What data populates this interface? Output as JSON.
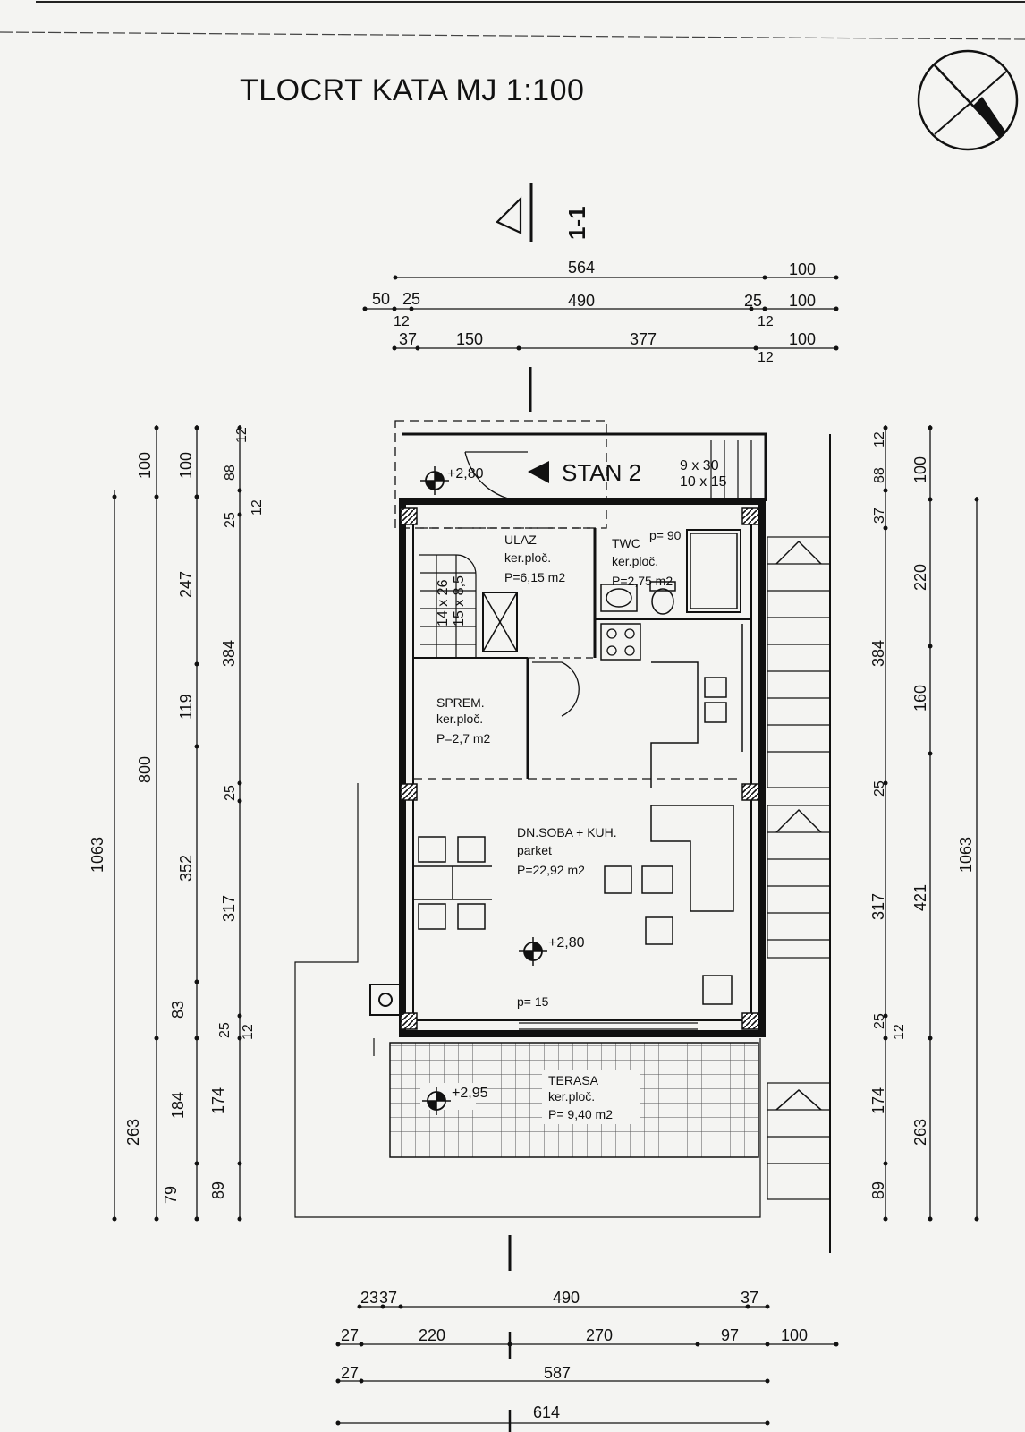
{
  "title": "TLOCRT KATA  MJ 1:100",
  "section_mark": "1-1",
  "apartment": "STAN 2",
  "stair_spec": {
    "line1": "9 x 30",
    "line2": "10 x 15"
  },
  "inner_stair_spec": {
    "line1": "14 x 26",
    "line2": "15 x 8,5"
  },
  "rooms": [
    {
      "name": "ULAZ",
      "floor": "ker.ploč.",
      "area": "P=6,15 m2"
    },
    {
      "name": "TWC",
      "floor": "ker.ploč.",
      "area": "P=2,75 m2"
    },
    {
      "name": "SPREM.",
      "floor": "ker.ploč.",
      "area": "P=2,7 m2"
    },
    {
      "name": "DN.SOBA + KUH.",
      "floor": "parket",
      "area": "P=22,92 m2"
    },
    {
      "name": "TERASA",
      "floor": "ker.ploč.",
      "area": "P= 9,40 m2"
    }
  ],
  "openings": {
    "twc_door": "p= 90",
    "living_door": "p= 15"
  },
  "levels": {
    "entry": "+2,80",
    "living": "+2,80",
    "terrace": "+2,95"
  },
  "dimensions": {
    "top_row1": [
      "564",
      "100"
    ],
    "top_row2": [
      "50",
      "25",
      "490",
      "25",
      "100",
      "12",
      "12"
    ],
    "top_row3": [
      "37",
      "150",
      "377",
      "100",
      "12"
    ],
    "bottom_row1": [
      "23",
      "37",
      "490",
      "37"
    ],
    "bottom_row2": [
      "27",
      "220",
      "270",
      "97",
      "100"
    ],
    "bottom_row3": [
      "27",
      "587"
    ],
    "bottom_row4": [
      "614"
    ],
    "left_col1": [
      "1063"
    ],
    "left_col2": [
      "100",
      "800",
      "263"
    ],
    "left_col3": [
      "100",
      "247",
      "119",
      "352",
      "83",
      "184",
      "79"
    ],
    "left_col4": [
      "12",
      "88",
      "25",
      "12",
      "384",
      "25",
      "317",
      "25",
      "12",
      "174",
      "89"
    ],
    "right_col1": [
      "12",
      "88",
      "37",
      "384",
      "25",
      "317",
      "25",
      "12",
      "174",
      "89"
    ],
    "right_col2": [
      "100",
      "220",
      "160",
      "421",
      "263"
    ],
    "right_col3": [
      "1063"
    ]
  }
}
